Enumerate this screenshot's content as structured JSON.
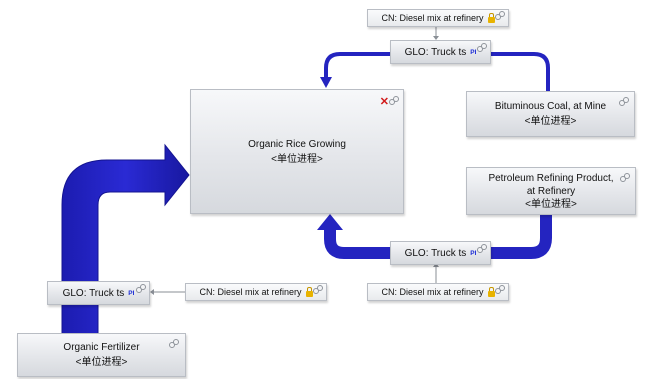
{
  "nodes": {
    "organic_rice": {
      "title": "Organic Rice Growing",
      "subtitle": "<单位进程>"
    },
    "bituminous_coal": {
      "title": "Bituminous Coal, at Mine",
      "subtitle": "<单位进程>"
    },
    "petroleum": {
      "title_line1": "Petroleum Refining Product,",
      "title_line2": "at Refinery",
      "subtitle": "<单位进程>"
    },
    "organic_fertilizer": {
      "title": "Organic Fertilizer",
      "subtitle": "<单位进程>"
    },
    "truck_top": {
      "label": "GLO: Truck ts",
      "badge": "PI"
    },
    "truck_right": {
      "label": "GLO: Truck ts",
      "badge": "PI"
    },
    "truck_left": {
      "label": "GLO: Truck ts",
      "badge": "PI"
    },
    "diesel_top": {
      "label": "CN: Diesel mix at refinery"
    },
    "diesel_bottom": {
      "label": "CN: Diesel mix at refinery"
    },
    "diesel_left": {
      "label": "CN: Diesel mix at refinery"
    }
  },
  "icons": {
    "rings": "chain-link-icon",
    "lock": "lock-icon",
    "x": "close-icon",
    "pi": "parameter-icon"
  },
  "colors": {
    "flow": "#2323c2",
    "flow_dark": "#151595",
    "connector": "#8a8f96"
  }
}
